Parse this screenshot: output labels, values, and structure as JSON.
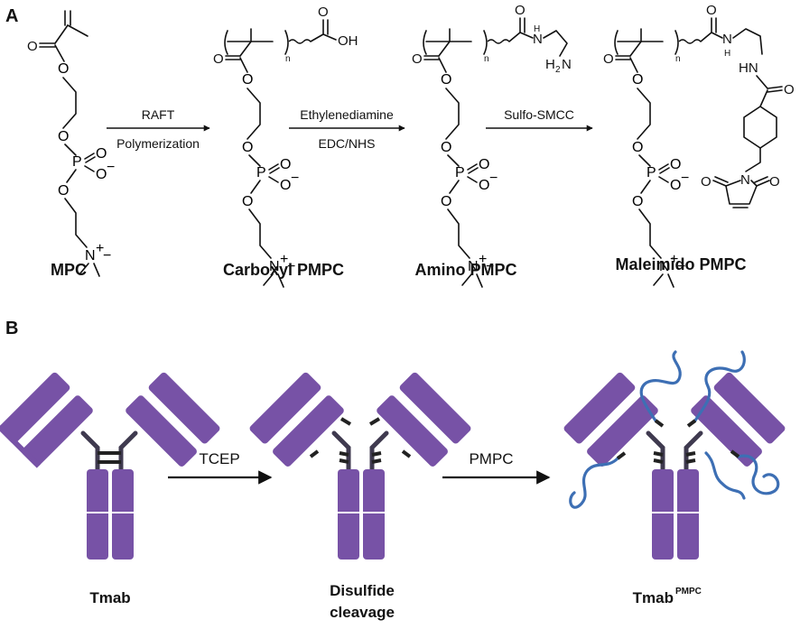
{
  "panels": {
    "a": {
      "label": "A",
      "compounds": [
        "MPC",
        "Carboxyl PMPC",
        "Amino PMPC",
        "Maleimido PMPC"
      ],
      "arrows": [
        {
          "top": "RAFT",
          "bottom": "Polymerization"
        },
        {
          "top": "Ethylenediamine",
          "bottom": "EDC/NHS"
        },
        {
          "top": "Sulfo-SMCC",
          "bottom": ""
        }
      ],
      "atoms": {
        "O": "O",
        "P": "P",
        "N": "N",
        "OH": "OH",
        "H": "H",
        "n": "n",
        "minus": "−",
        "plus": "+",
        "minus_sup": "−",
        "two": "2"
      }
    },
    "b": {
      "label": "B",
      "antibodies": {
        "first": {
          "name": "Tmab"
        },
        "second": {
          "name_line1": "Disulfide",
          "name_line2": "cleavage"
        },
        "third": {
          "name": "Tmab",
          "superscript": "PMPC"
        }
      },
      "arrows": [
        "TCEP",
        "PMPC"
      ]
    }
  }
}
